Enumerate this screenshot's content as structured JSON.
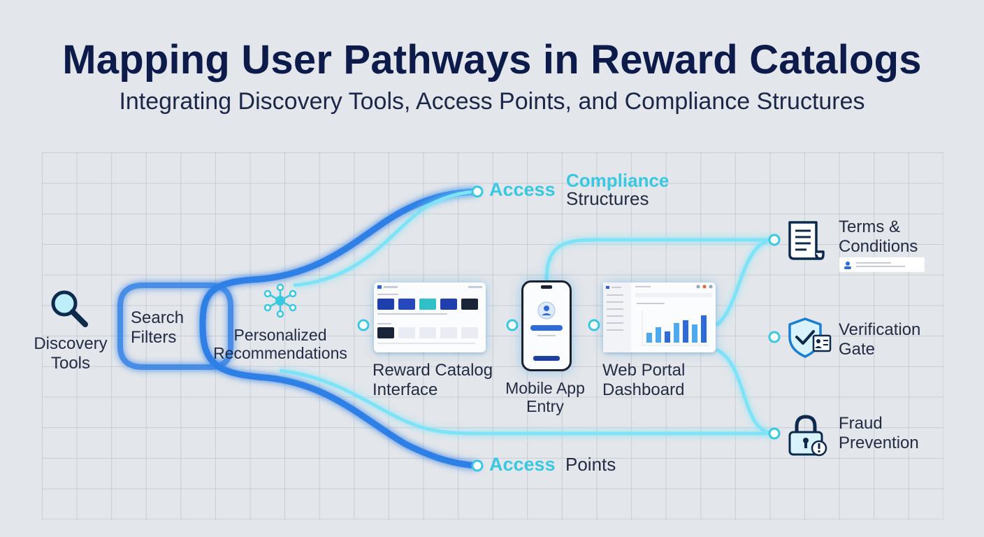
{
  "title": "Mapping User Pathways in Reward Catalogs",
  "subtitle": "Integrating Discovery Tools, Access Points, and Compliance Structures",
  "nodes": {
    "discovery_tools": "Discovery Tools",
    "search_filters": "Search Filters",
    "personalized_recommendations": "Personalized Recommendations",
    "reward_catalog_interface": "Reward Catalog Interface",
    "mobile_app_entry": "Mobile App Entry",
    "web_portal_dashboard": "Web Portal Dashboard",
    "access_top": "Access",
    "compliance_structures_1": "Compliance",
    "compliance_structures_2": "Structures",
    "access_points_1": "Access",
    "access_points_2": "Points",
    "terms_conditions": "Terms & Conditions",
    "verification_gate": "Verification Gate",
    "fraud_prevention": "Fraud Prevention"
  },
  "icons": {
    "discovery": "magnifier-icon",
    "recommendations": "network-hub-icon",
    "terms": "document-scroll-icon",
    "verification": "shield-check-icon",
    "fraud": "padlock-warning-icon"
  },
  "colors": {
    "title": "#0d1b4b",
    "path_blue": "#2f7fe6",
    "path_cyan": "#7fe3f7",
    "accent_cyan": "#38c8e0"
  }
}
